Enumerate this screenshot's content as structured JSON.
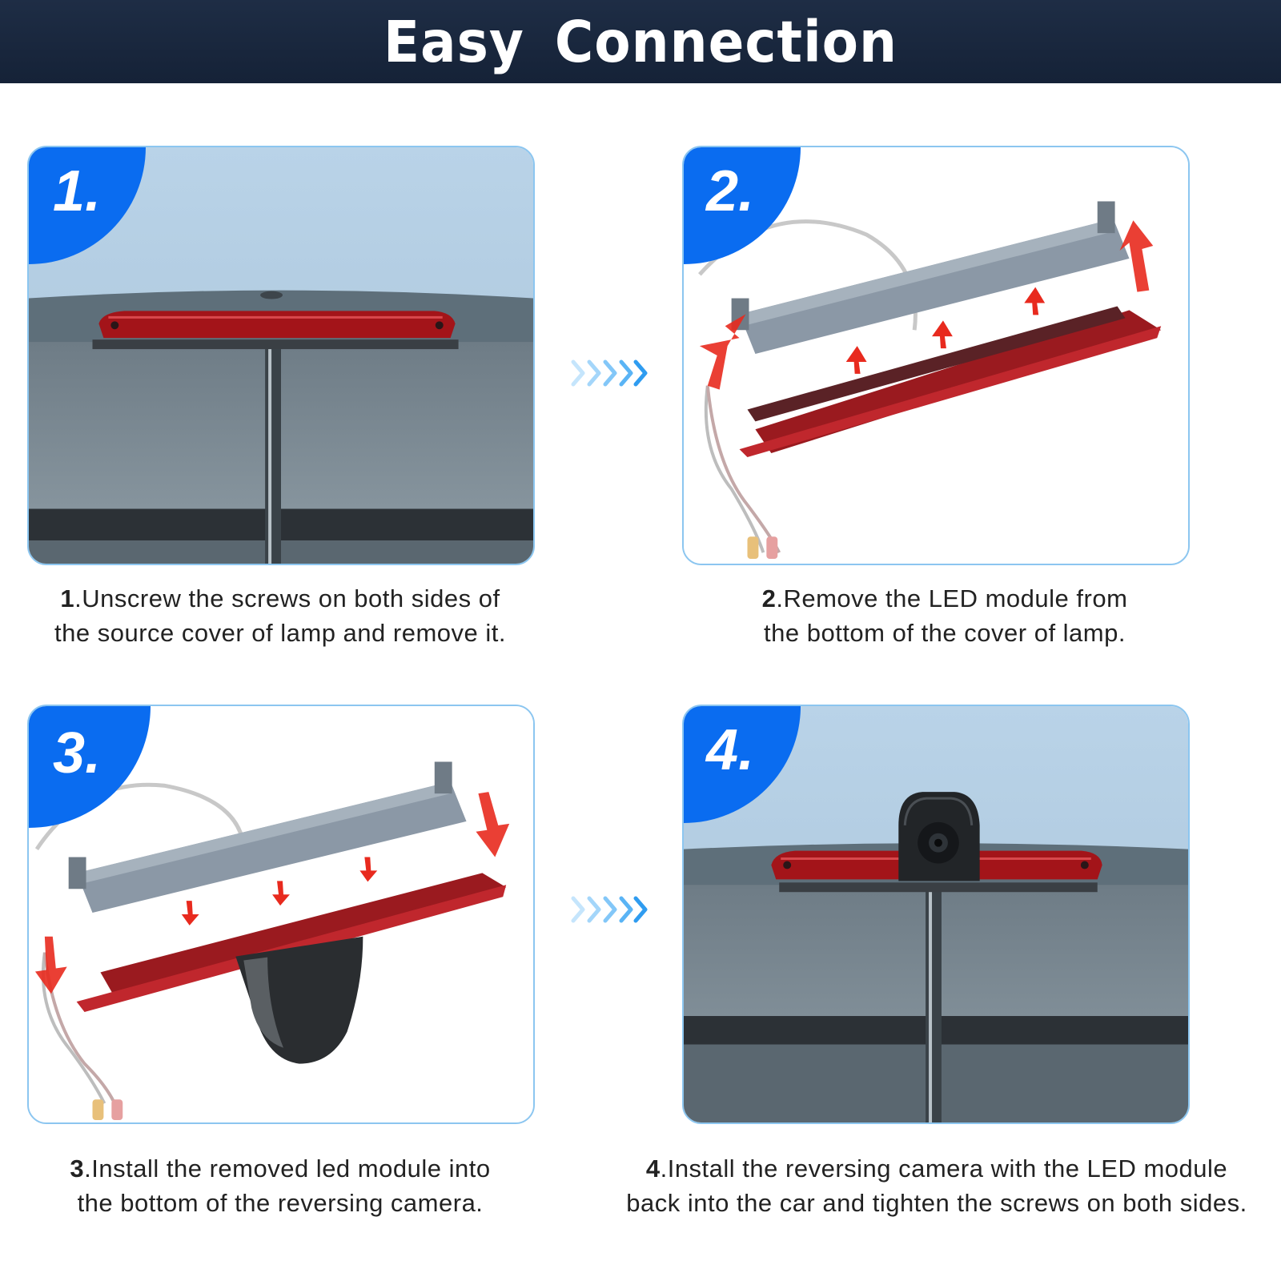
{
  "header": {
    "title": "Easy Connection"
  },
  "steps": [
    {
      "number": "1.",
      "caption_num": "1",
      "line1": ".Unscrew the screws on both sides of",
      "line2": "the source cover of lamp and remove it."
    },
    {
      "number": "2.",
      "caption_num": "2",
      "line1": ".Remove the LED module from",
      "line2": "the bottom of the cover of lamp."
    },
    {
      "number": "3.",
      "caption_num": "3",
      "line1": ".Install the removed led module into",
      "line2": "the bottom of the reversing camera."
    },
    {
      "number": "4.",
      "caption_num": "4",
      "line1": ".Install the reversing camera with the LED module",
      "line2": "back into the car and tighten the screws on both sides."
    }
  ],
  "colors": {
    "header_bg": "#152237",
    "badge": "#0a6cf0",
    "panel_border": "#8cc6f0",
    "chevron": "#5ab4f5",
    "arrow_red": "#e82a1e",
    "lamp_red": "#b3151c"
  },
  "icons": {
    "chevron": "chevron-right-icon",
    "arrow": "arrow-icon"
  }
}
